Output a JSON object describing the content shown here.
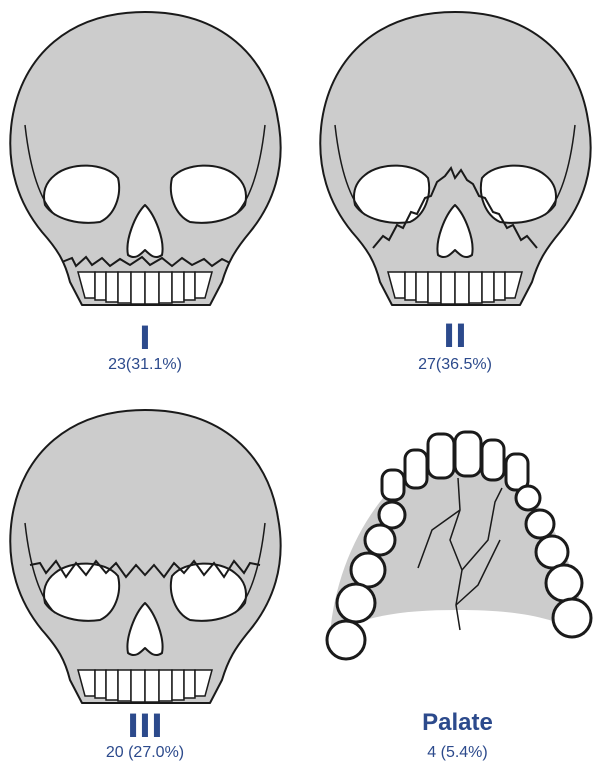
{
  "panels": [
    {
      "id": "type-1",
      "title": "I",
      "count": "23(31.1%)"
    },
    {
      "id": "type-2",
      "title": "II",
      "count": "27(36.5%)"
    },
    {
      "id": "type-3",
      "title": "III",
      "count": "20 (27.0%)"
    },
    {
      "id": "palate",
      "title": "Palate",
      "count": "4 (5.4%)"
    }
  ],
  "colors": {
    "bone_fill": "#cccccc",
    "outline": "#1a1a1a",
    "label_text": "#2c4a8c"
  },
  "icons": [
    "skull-icon",
    "skull-icon",
    "skull-icon",
    "palate-arch-icon"
  ]
}
